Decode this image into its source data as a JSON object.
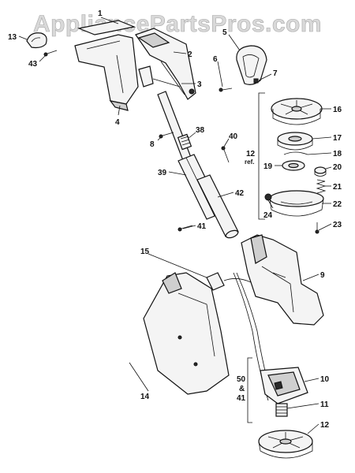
{
  "watermark": "AppliancePartsPros.com",
  "labels": {
    "p1": "1",
    "p2": "2",
    "p3": "3",
    "p4": "4",
    "p5": "5",
    "p6": "6",
    "p7": "7",
    "p8": "8",
    "p9": "9",
    "p10": "10",
    "p11": "11",
    "p12": "12",
    "p13": "13",
    "p14": "14",
    "p15": "15",
    "p16": "16",
    "p17": "17",
    "p18": "18",
    "p19": "19",
    "p20": "20",
    "p21": "21",
    "p22": "22",
    "p23": "23",
    "p24": "24",
    "p38": "38",
    "p39": "39",
    "p40": "40",
    "p41": "41",
    "p42": "42",
    "p43": "43",
    "group_12_num": "12",
    "group_12_ref": "ref.",
    "group_50_num": "50",
    "group_50_amp": "&",
    "group_50_num2": "41"
  }
}
